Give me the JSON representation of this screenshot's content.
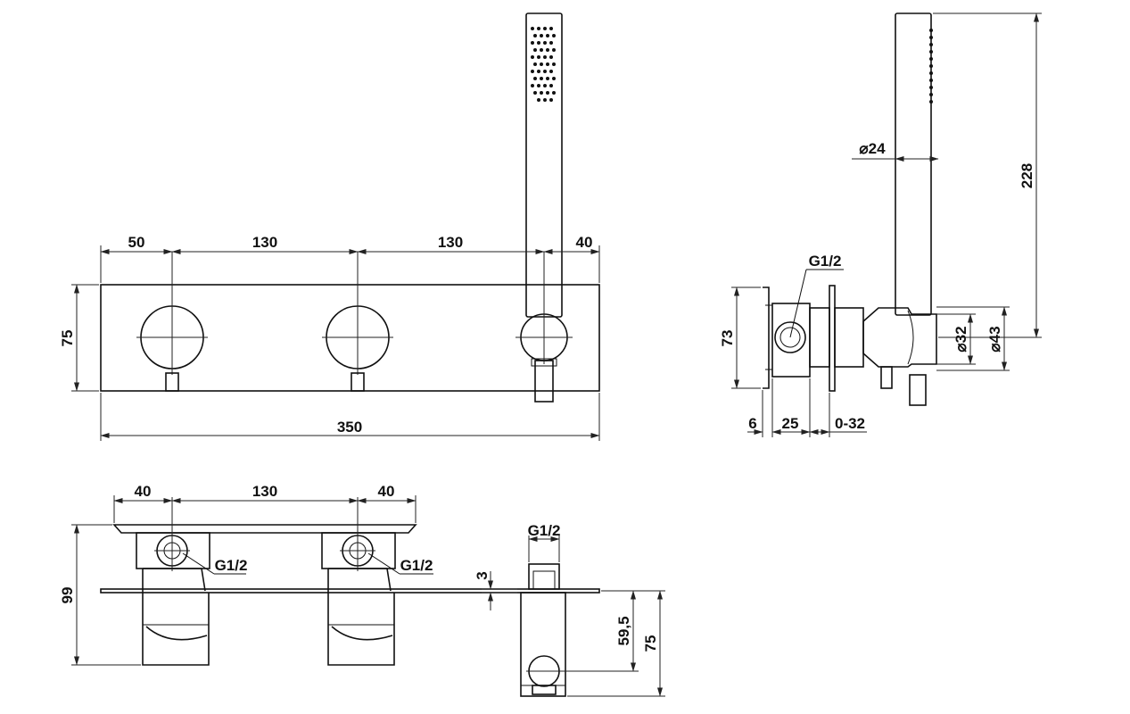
{
  "labels": {
    "front": {
      "d50": "50",
      "d130a": "130",
      "d130b": "130",
      "d40": "40",
      "h75": "75",
      "w350": "350"
    },
    "side": {
      "g12": "G1/2",
      "dia24": "⌀24",
      "h228": "228",
      "h73": "73",
      "dia32": "⌀32",
      "dia43": "⌀43",
      "d6": "6",
      "d25": "25",
      "d032": "0-32"
    },
    "bottom": {
      "d40a": "40",
      "d130": "130",
      "d40b": "40",
      "h99": "99",
      "g12a": "G1/2",
      "g12b": "G1/2",
      "d3": "3",
      "g12c": "G1/2",
      "h595": "59,5",
      "h75": "75"
    }
  },
  "colors": {
    "line": "#111111",
    "background": "#ffffff"
  }
}
